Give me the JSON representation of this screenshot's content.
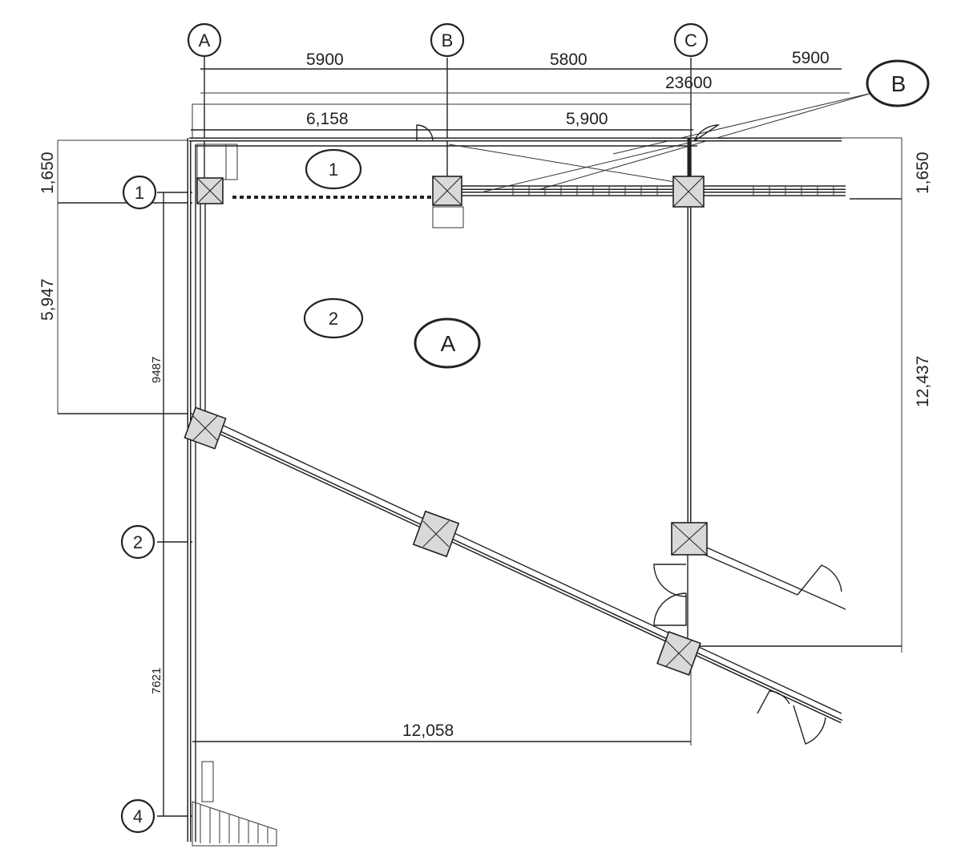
{
  "grid_bubbles": {
    "top": [
      "A",
      "B",
      "C"
    ],
    "left": [
      "1",
      "2",
      "4"
    ]
  },
  "area_labels": {
    "callout_b": "B",
    "room_1": "1",
    "room_2": "2",
    "area_a": "A"
  },
  "dimensions": {
    "top_bay_1": "5900",
    "top_bay_2": "5800",
    "top_bay_3": "5900",
    "top_overall": "23600",
    "upper_width_left": "6,158",
    "upper_width_right": "5,900",
    "left_top": "1,650",
    "left_mid": "5,947",
    "grid_1_2": "9487",
    "grid_2_4": "7621",
    "right_top": "1,650",
    "right_height": "12,437",
    "bottom_width": "12,058"
  },
  "colors": {
    "ink": "#222222",
    "paper": "#ffffff",
    "column_fill": "#d9d9d9"
  }
}
